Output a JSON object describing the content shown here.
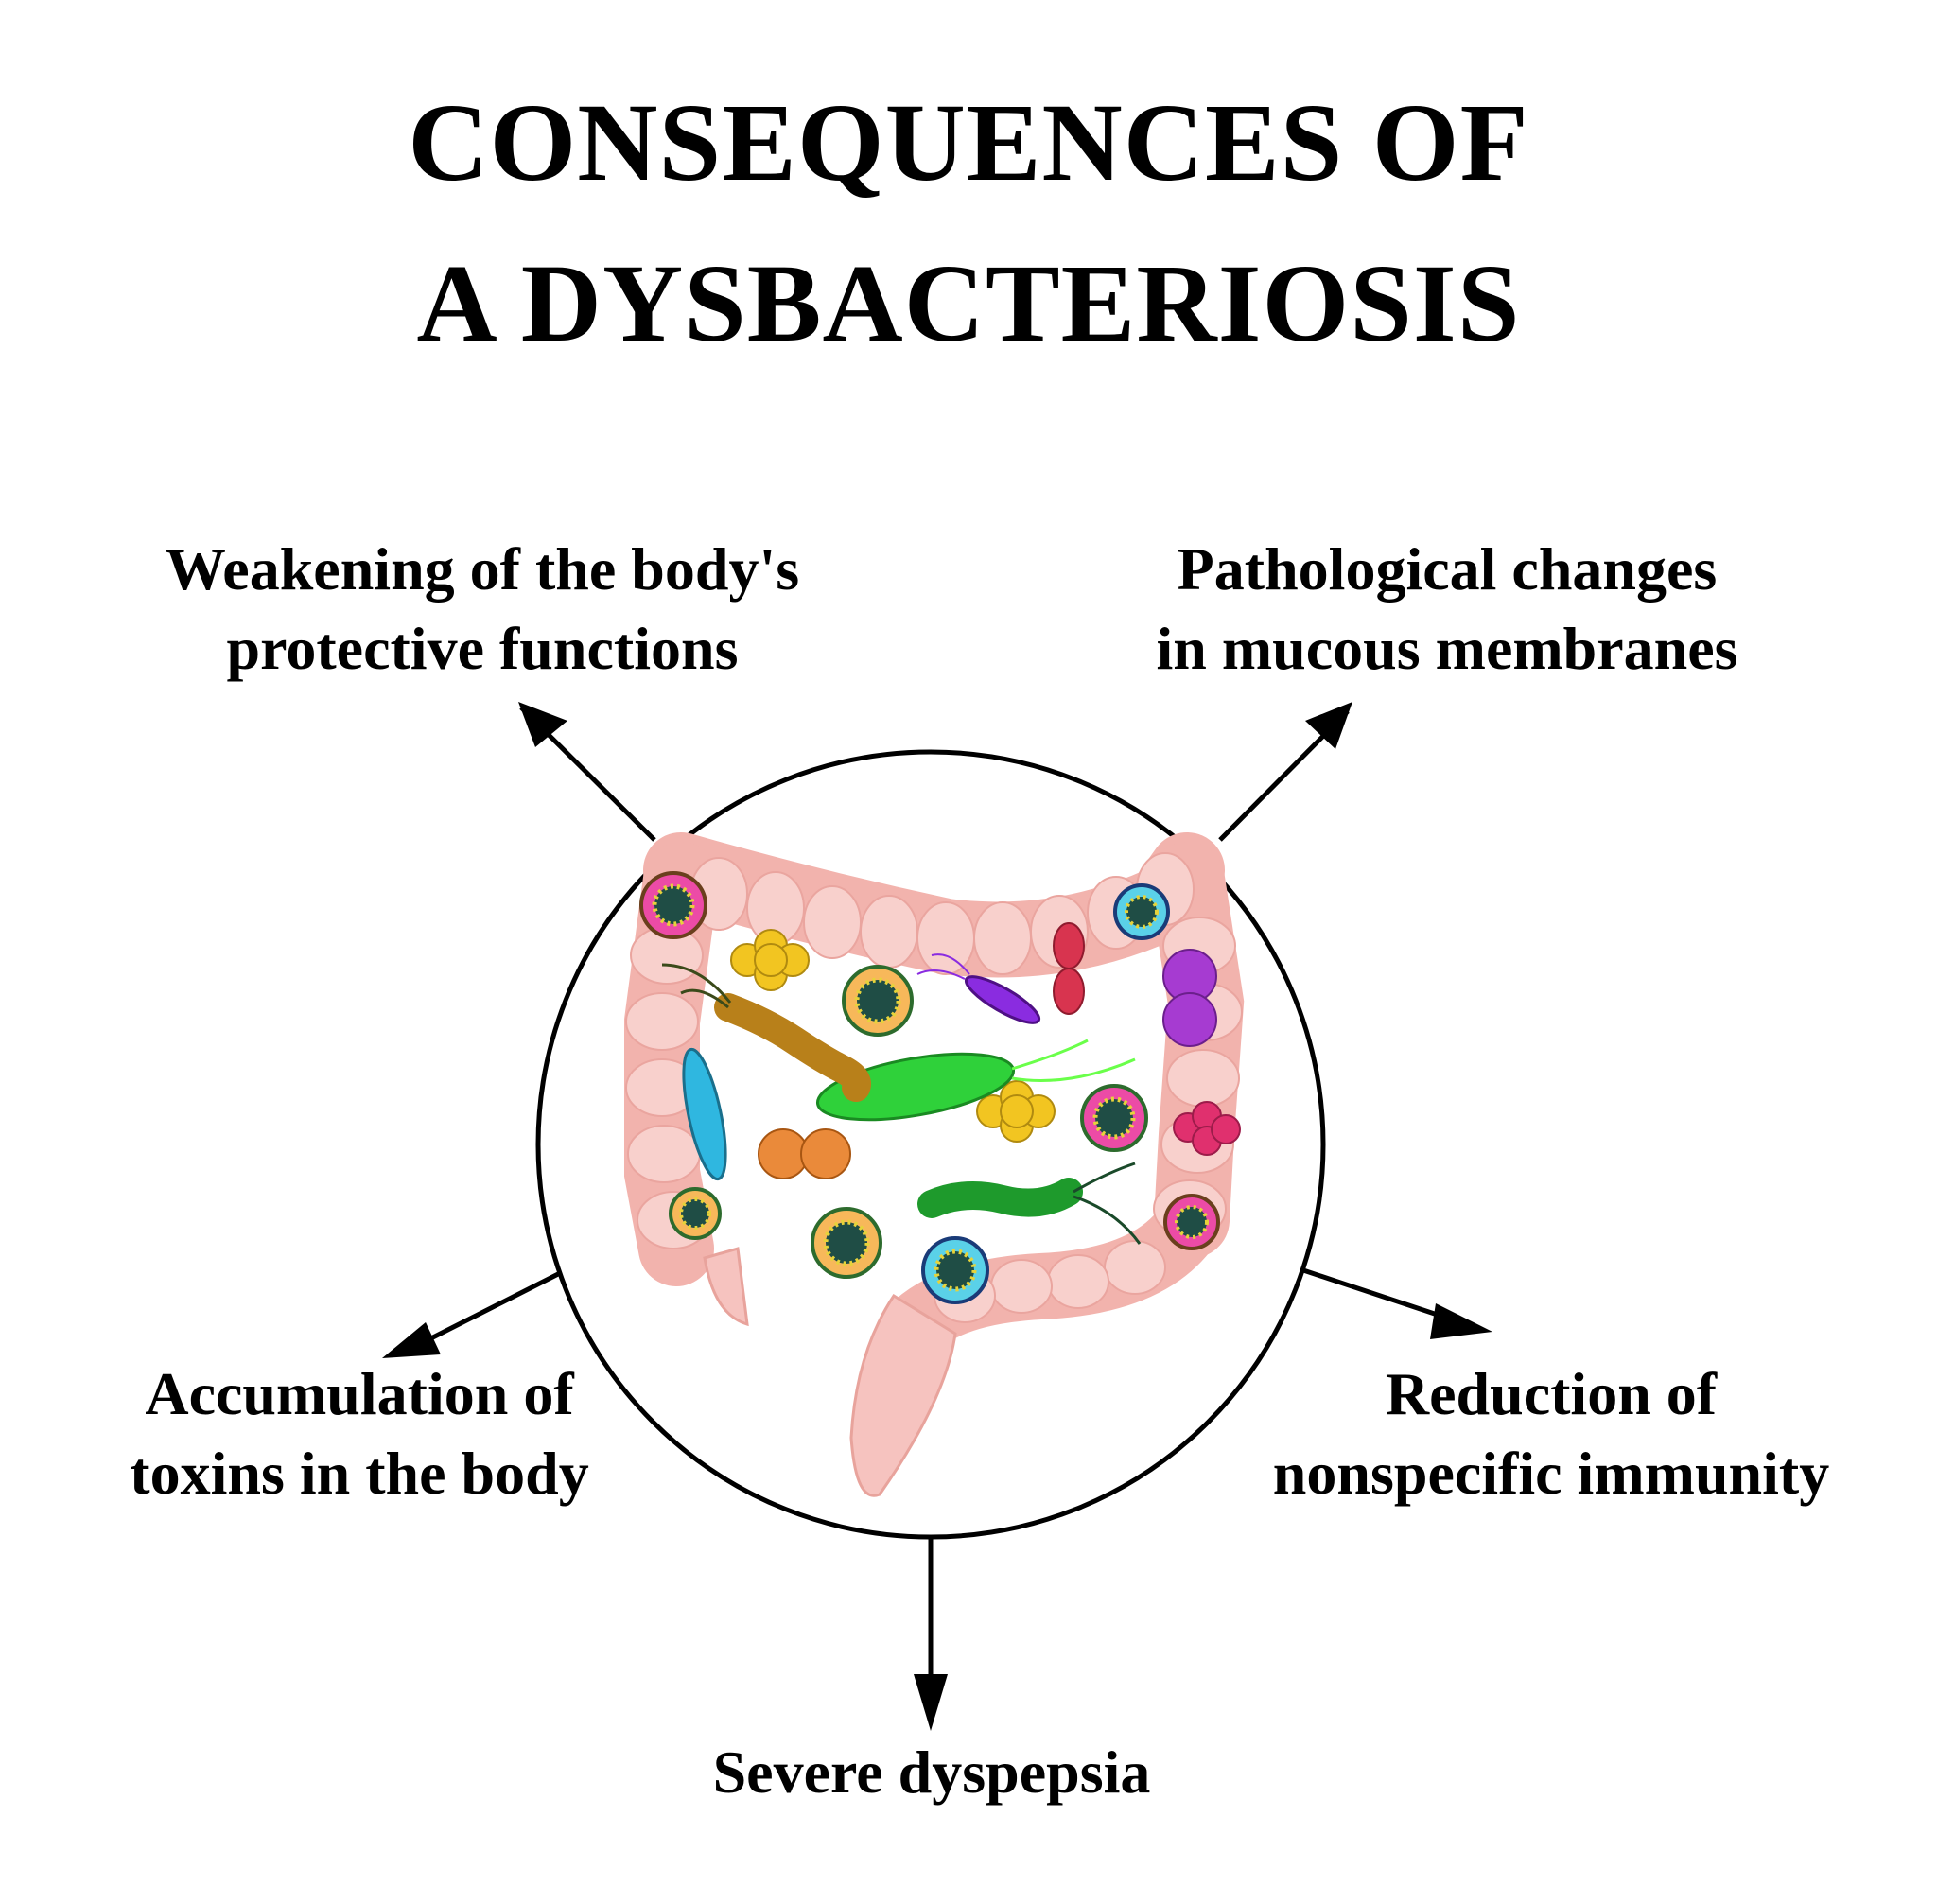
{
  "title": {
    "line1": "CONSEQUENCES OF",
    "line2": "A DYSBACTERIOSIS"
  },
  "consequences": [
    {
      "line1": "Weakening of the body's",
      "line2": "protective functions"
    },
    {
      "line1": "Pathological changes",
      "line2": "in mucous membranes"
    },
    {
      "line1": "Accumulation of",
      "line2": "toxins in the body"
    },
    {
      "line1": "Reduction of",
      "line2": "nonspecific immunity"
    },
    {
      "line1": "Severe dyspepsia"
    }
  ],
  "colors": {
    "intestine": "#f6c3bf",
    "intestine_outline": "#e8a39c",
    "outline": "#000000"
  },
  "icons": [
    "intestine-icon",
    "virus-icon",
    "bacteria-icon",
    "coccus-icon",
    "arrow-icon"
  ]
}
